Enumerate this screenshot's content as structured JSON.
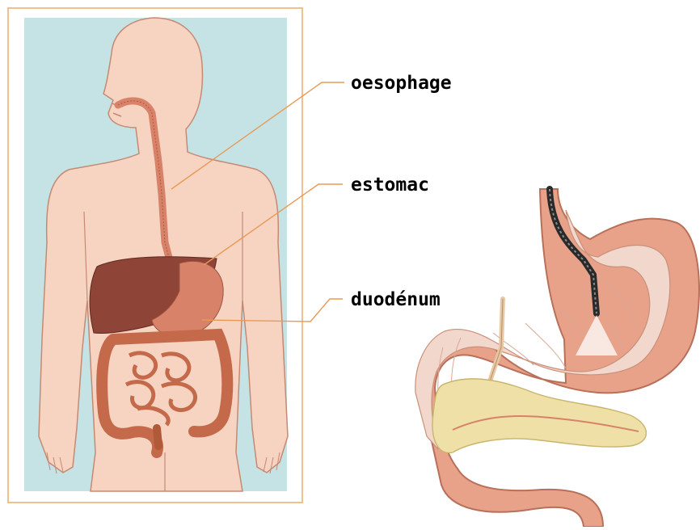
{
  "labels": {
    "oesophagus": "oesophage",
    "stomach": "estomac",
    "duodenum": "duodénum"
  },
  "colors": {
    "panel_background": "#c5e3e4",
    "panel_border": "#f2c08c",
    "skin": "#f7d3c2",
    "skin_outline": "#c58a74",
    "liver": "#8e4436",
    "stomach": "#d9826a",
    "intestine": "#c46a4a",
    "leader_line": "#e89a55",
    "pancreas": "#efe0a8",
    "stomach_inner": "#f2d8cc",
    "endoscope": "#2a2a2a"
  }
}
